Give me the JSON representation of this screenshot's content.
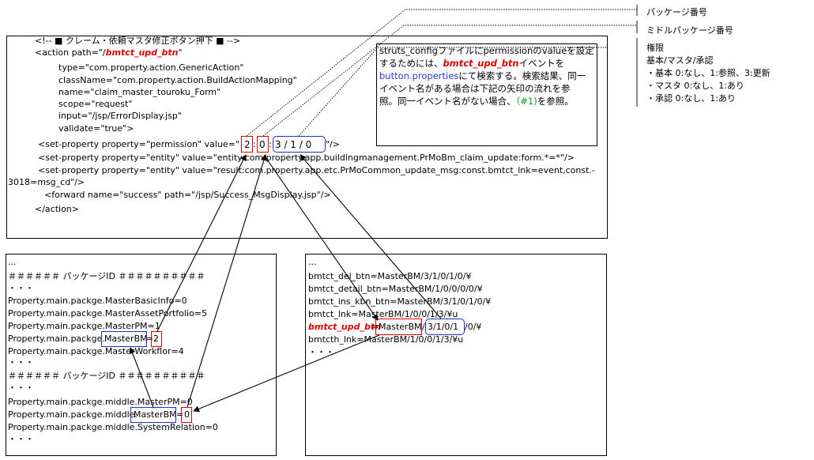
{
  "code": {
    "comment": "<!-- ■ クレーム・依頼マスタ修正ボタン押下 ■ -->",
    "action_prefix": "<action path=\"/",
    "action_name": "bmtct_upd_btn",
    "action_suffix": "\"",
    "line_type": "type=\"com.property.action.GenericAction\"",
    "line_classname": "className=\"com.property.action.BuildActionMapping\"",
    "line_name": "name=\"claim_master_touroku_Form\"",
    "line_scope": "scope=\"request\"",
    "line_input": "input=\"/jsp/ErrorDisplay.jsp\"",
    "line_validate": "validate=\"true\">",
    "perm_prefix": "<set-property property=\"permission\" value=\"",
    "perm_v1": "2",
    "perm_sep": ":",
    "perm_v2": "0",
    "perm_v3": "3 / 1 / 0",
    "perm_suffix": "\"/>",
    "entity1": "<set-property property=\"entity\" value=\"entity:com.property.app.buildingmanagement.PrMoBm_claim_update:form.*=*\"/>",
    "entity2_a": "<set-property property=\"entity\" value=\"result:com.property.app.etc.PrMoCommon_update_msg:const.bmtct_lnk=event,const.-",
    "entity2_b": "3018=msg_cd\"/>",
    "forward": "<forward name=\"success\" path=\"/jsp/Success_MsgDisplay.jsp\"/>",
    "action_close": "</action>"
  },
  "note": {
    "l1": "struts_configファイルにpermissionのvalueを設定",
    "l2_a": "するためには、",
    "l2_name": "bmtct_upd_btn",
    "l2_b": "イベントを",
    "l3_link": "button.properties",
    "l3_b": "にて検索する。検索結果、同一",
    "l4": "イベント名がある場合は下記の矢印の流れを参",
    "l5_a": "照。同一イベント名がない場合、",
    "l5_ref": "（#1)",
    "l5_b": "を参照。"
  },
  "legend": {
    "package_no": "パッケージ番号",
    "middle_package_no": "ミドルパッケージ番号",
    "perm_title": "権限",
    "perm_sub": "基本/マスタ/承認",
    "perm_basic": "・基本  0:なし、1:参照、3:更新",
    "perm_master": "・マスタ  0:なし、1:あり",
    "perm_approve": "・承認  0:なし、1:あり"
  },
  "left_panel": {
    "dots1": "...",
    "header1": "＃＃＃＃＃＃ パッケージID ＃＃＃＃＃＃＃＃＃＃",
    "dots2": "・・・",
    "basic": "Property.main.packge.MasterBasicInfo=0",
    "asset": "Property.main.packge.MasterAssetPortfolio=5",
    "pm": "Property.main.packge.MasterPM=1",
    "bm_prefix": "Property.main.packge.",
    "bm_key": "MasterBM",
    "bm_eq": "=",
    "bm_val": "2",
    "workflow": "Property.main.packge.MasterWorkflor=4",
    "dots3": "・・・",
    "header2": "＃＃＃＃＃＃ パッケージID ＃＃＃＃＃＃＃＃＃＃",
    "dots4": "・・・",
    "mid_pm": "Property.main.packge.middle.MasterPM=0",
    "mid_bm_prefix": "Property.main.packge.middle.",
    "mid_bm_key": "MasterBM",
    "mid_bm_eq": "=",
    "mid_bm_val": "0",
    "mid_sys": "Property.main.packge.middle.SystemRelation=0",
    "dots5": "・・・"
  },
  "right_panel": {
    "dots1": "...",
    "del": "bmtct_del_btn=MasterBM/3/1/0/1/0/¥",
    "detail": "bmtct_detail_btn=MasterBM/1/0/0/0/0/¥",
    "ins": "bmtct_ins_kbn_btn=MasterBM/3/1/0/1/0/¥",
    "lnk": "bmtct_lnk=MasterBM/1/0/0/1/3/¥u",
    "upd_name": "bmtct_upd_btn",
    "upd_eq": "=",
    "upd_key": "MasterBM",
    "upd_sep": "/",
    "upd_vals": "3/1/0/1",
    "upd_tail": "/0/¥",
    "th": "bmtcth_lnk=MasterBM/1/0/0/1/3/¥u",
    "dots2": "・・・"
  }
}
